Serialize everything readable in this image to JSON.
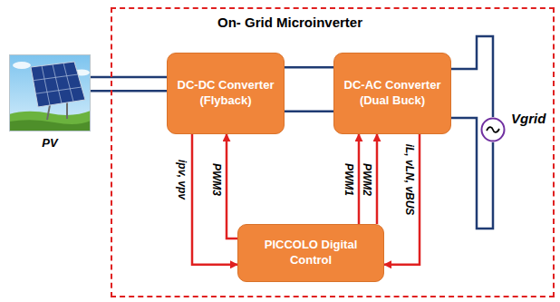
{
  "diagram": {
    "nodes": [
      {
        "text": [
          "PV"
        ]
      },
      {
        "text": [
          "On- Grid Microinverter"
        ]
      },
      {
        "text": [
          "DC-DC Converter (Flyback)"
        ],
        "in": 1
      },
      {
        "text": [
          "DC-AC Converter (Dual Buck)"
        ],
        "in": 1
      },
      {
        "text": [
          "PICCOLO Digital Control"
        ],
        "in": 1
      },
      {
        "text": [
          "Vgrid"
        ]
      }
    ],
    "edges": [
      {
        "from": 0,
        "to": 2,
        "arrow": "none"
      },
      {
        "from": 0,
        "to": 2,
        "arrow": "none"
      },
      {
        "from": 2,
        "to": 3,
        "arrow": "none"
      },
      {
        "from": 2,
        "to": 3,
        "arrow": "none"
      },
      {
        "from": 3,
        "to": 5,
        "arrow": "none"
      },
      {
        "from": 3,
        "to": 5,
        "arrow": "none"
      },
      {
        "from": 2,
        "to": 4,
        "arrow": "to",
        "label": "ipv, vpv"
      },
      {
        "from": 4,
        "to": 2,
        "arrow": "to",
        "label": "PWM3"
      },
      {
        "from": 4,
        "to": 3,
        "arrow": "to",
        "label": "PWM1"
      },
      {
        "from": 4,
        "to": 3,
        "arrow": "to",
        "label": "PWM2"
      },
      {
        "from": 3,
        "to": 4,
        "arrow": "to",
        "label": "iL, vLN, vBUS"
      }
    ]
  }
}
